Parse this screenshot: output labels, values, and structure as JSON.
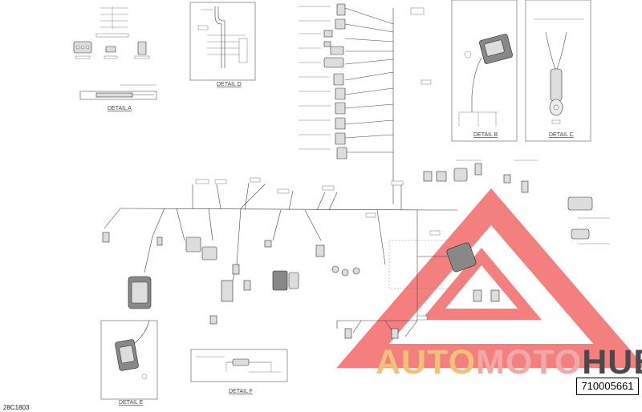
{
  "diagram": {
    "details": {
      "a": "DETAIL A",
      "b": "DETAIL B",
      "c": "DETAIL C",
      "d": "DETAIL D",
      "e": "DETAIL E",
      "f": "DETAIL F"
    },
    "part_number": "710005661",
    "reference_code": "28C1803"
  },
  "watermark": {
    "brand_auto": "AUTO",
    "brand_moto": "MOTO",
    "brand_hub": "HUB",
    "colors": {
      "auto": "#f2c078",
      "moto": "#f3a8a8",
      "hub": "#4a4a4a",
      "triangle": "#ef3b3b"
    }
  }
}
